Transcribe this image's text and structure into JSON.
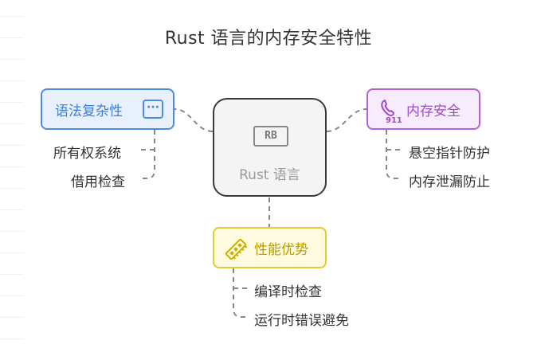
{
  "title": "Rust 语言的内存安全特性",
  "center": {
    "badge": "RB",
    "label": "Rust 语言"
  },
  "branches": {
    "left": {
      "label": "语法复杂性",
      "icon": "more-icon",
      "color": "#4a8de0",
      "items": [
        "所有权系统",
        "借用检查"
      ]
    },
    "right": {
      "label": "内存安全",
      "icon": "phone-911-icon",
      "icon_text": "911",
      "color": "#b55fd9",
      "items": [
        "悬空指针防护",
        "内存泄漏防止"
      ]
    },
    "bottom": {
      "label": "性能优势",
      "icon": "ram-chip-icon",
      "color": "#e2ce2a",
      "items": [
        "编译时检查",
        "运行时错误避免"
      ]
    }
  }
}
